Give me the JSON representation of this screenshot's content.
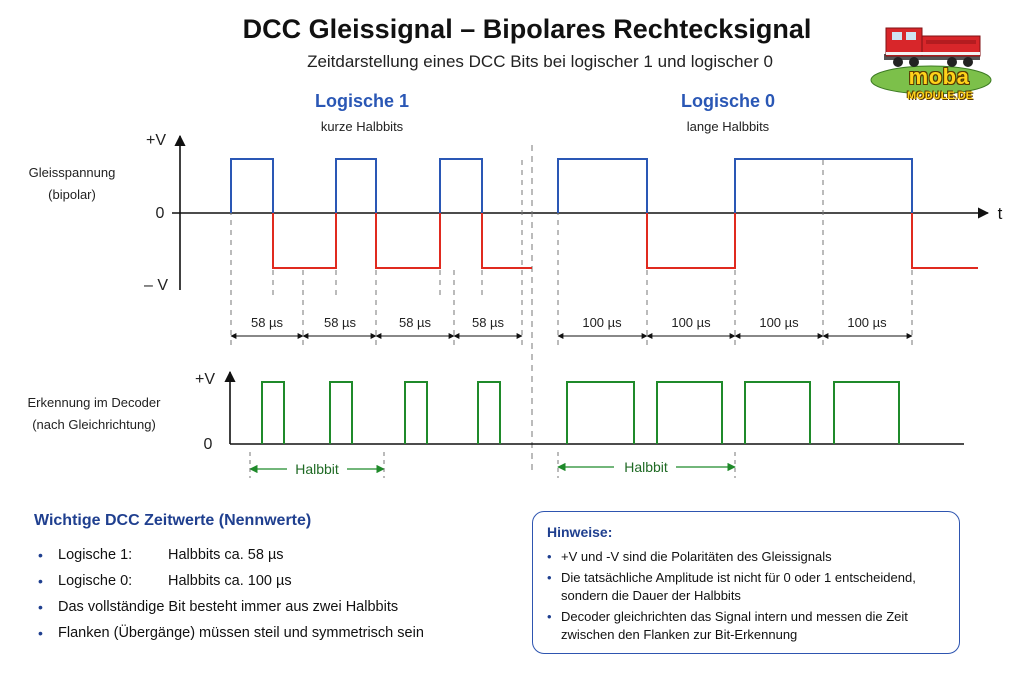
{
  "header": {
    "title": "DCC Gleissignal – Bipolares Rechtecksignal",
    "subtitle": "Zeitdarstellung eines DCC Bits bei logischer 1 und logischer 0"
  },
  "logo": {
    "main": "moba",
    "sub": "MODULE.DE"
  },
  "diagram": {
    "logic1_title": "Logische 1",
    "logic1_sub": "kurze Halbbits",
    "logic0_title": "Logische 0",
    "logic0_sub": "lange Halbbits",
    "y_pos": "+V",
    "y_zero": "0",
    "y_neg": "– V",
    "x_axis": "t",
    "track_label_1": "Gleisspannung",
    "track_label_2": "(bipolar)",
    "decoder_label_1": "Erkennung im Decoder",
    "decoder_label_2": "(nach Gleichrichtung)",
    "dec_pos": "+V",
    "dec_zero": "0",
    "dur_short": [
      "58 µs",
      "58 µs",
      "58 µs",
      "58 µs"
    ],
    "dur_long": [
      "100 µs",
      "100 µs",
      "100 µs",
      "100 µs"
    ],
    "halbbit": "Halbbit",
    "colors": {
      "positive": "#2a57b5",
      "negative": "#e02a1f",
      "decoder": "#1f8a2a"
    }
  },
  "info": {
    "heading": "Wichtige DCC Zeitwerte (Nennwerte)",
    "items": [
      {
        "key": "Logische 1:",
        "value": "Halbbits ca. 58 µs"
      },
      {
        "key": "Logische 0:",
        "value": "Halbbits ca. 100 µs"
      },
      {
        "key": "",
        "value": "Das vollständige Bit besteht immer aus zwei Halbbits"
      },
      {
        "key": "",
        "value": "Flanken (Übergänge) müssen steil und symmetrisch sein"
      }
    ]
  },
  "notes": {
    "heading": "Hinweise:",
    "items": [
      "+V und -V sind die Polaritäten des Gleissignals",
      "Die tatsächliche Amplitude ist nicht für 0 oder 1 entscheidend, sondern die Dauer der Halbbits",
      "Decoder gleichrichten das Signal intern und messen die Zeit zwischen den Flanken zur Bit-Erkennung"
    ]
  }
}
